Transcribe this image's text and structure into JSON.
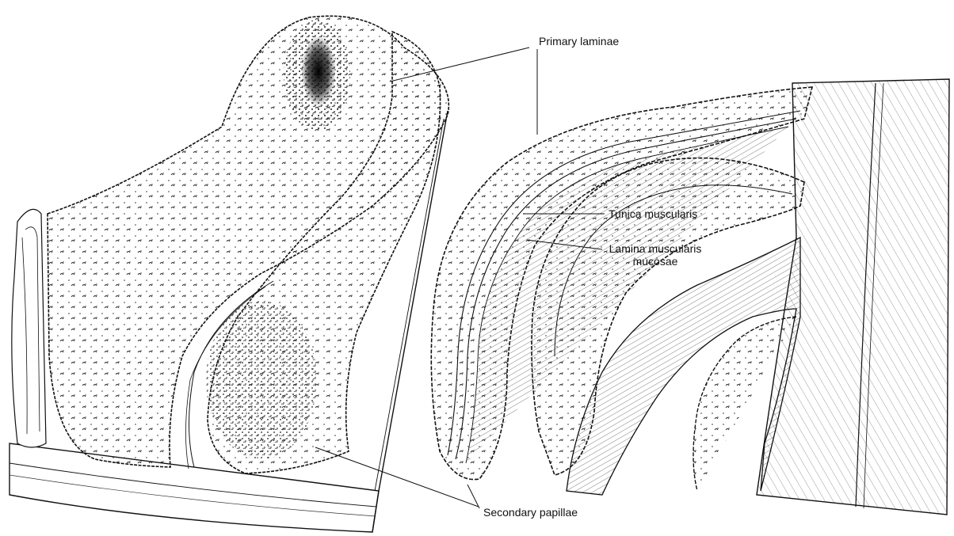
{
  "labels": {
    "primary_laminae": "Primary laminae",
    "tunica_muscularis": "Tunica muscularis",
    "lamina_muscularis_line1": "Lamina muscularis",
    "lamina_muscularis_line2": "mucosae",
    "secondary_papillae": "Secondary papillae"
  },
  "colors": {
    "ink": "#111111",
    "paper": "#ffffff",
    "stipple": "#333333"
  }
}
